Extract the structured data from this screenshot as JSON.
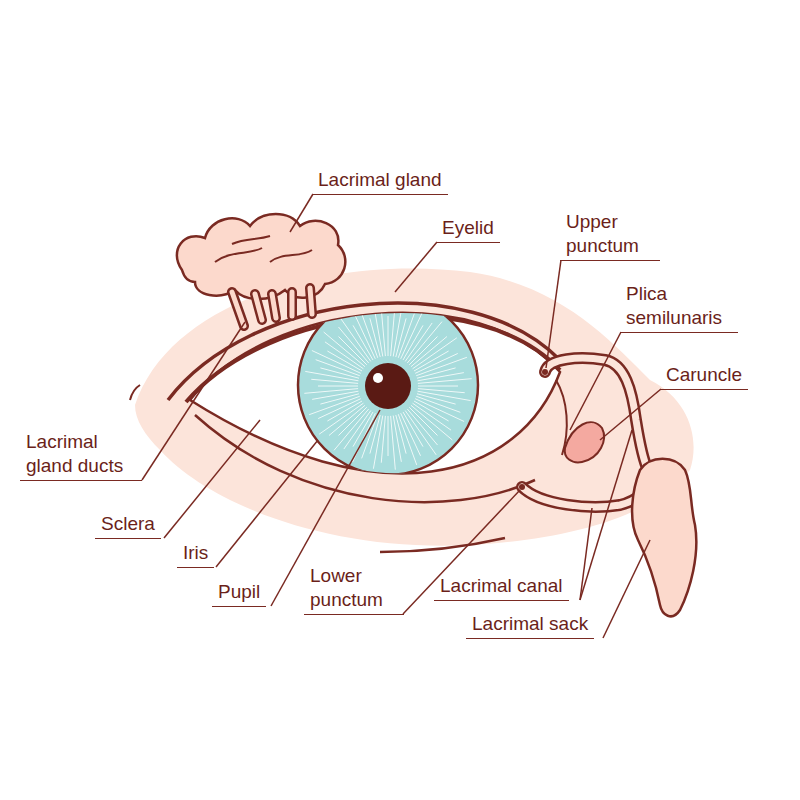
{
  "diagram": {
    "labels": [
      "Lacrimal gland",
      "Eyelid",
      "Upper punctum",
      "Plica semilunaris",
      "Caruncle",
      "Lacrimal gland ducts",
      "Sclera",
      "Iris",
      "Pupil",
      "Lower punctum",
      "Lacrimal canal",
      "Lacrimal sack"
    ]
  }
}
